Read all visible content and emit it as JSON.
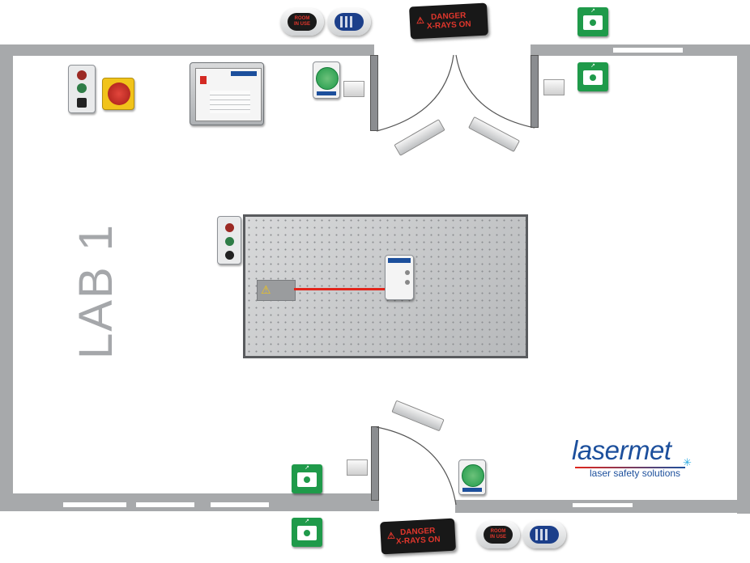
{
  "room": {
    "label": "LAB 1"
  },
  "signs": {
    "top": {
      "line1": "DANGER",
      "line2": "X-RAYS ON"
    },
    "bottom": {
      "line1": "DANGER",
      "line2": "X-RAYS ON"
    }
  },
  "room_in_use": {
    "top": {
      "line1": "ROOM",
      "line2": "IN USE"
    },
    "bottom": {
      "line1": "ROOM",
      "line2": "IN USE"
    }
  },
  "logo": {
    "name": "lasermet",
    "tagline": "laser safety solutions"
  },
  "colors": {
    "wall": "#a7a9ab",
    "danger_text": "#e0362c",
    "beam": "#e1251b",
    "callpoint": "#1f9a4a",
    "logo_blue": "#1c4f9c"
  }
}
